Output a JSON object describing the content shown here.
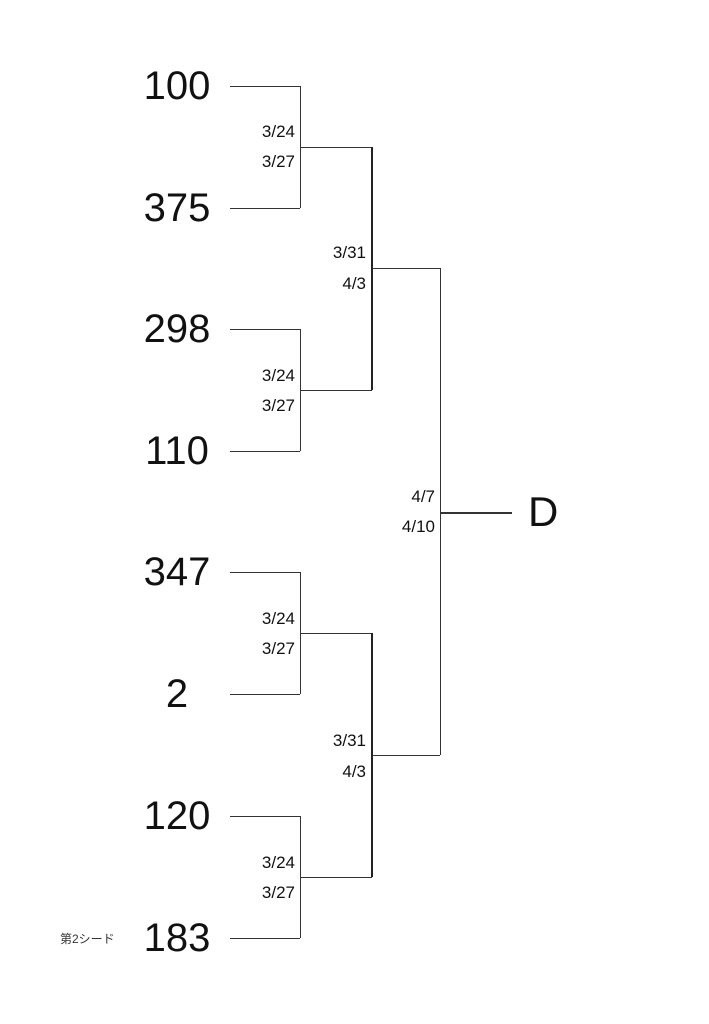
{
  "teams": [
    "100",
    "375",
    "298",
    "110",
    "347",
    "2",
    "120",
    "183"
  ],
  "seed_note": "第2シード",
  "round1_dates": [
    {
      "start": "3/24",
      "end": "3/27"
    },
    {
      "start": "3/24",
      "end": "3/27"
    },
    {
      "start": "3/24",
      "end": "3/27"
    },
    {
      "start": "3/24",
      "end": "3/27"
    }
  ],
  "round2_dates": [
    {
      "start": "3/31",
      "end": "4/3"
    },
    {
      "start": "3/31",
      "end": "4/3"
    }
  ],
  "final_dates": {
    "start": "4/7",
    "end": "4/10"
  },
  "winner_slot": "D"
}
